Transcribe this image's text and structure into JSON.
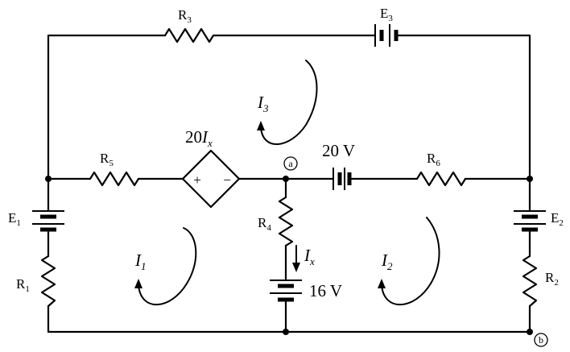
{
  "components": {
    "R3": {
      "main": "R",
      "sub": "3"
    },
    "E3": {
      "main": "E",
      "sub": "3"
    },
    "R5": {
      "main": "R",
      "sub": "5"
    },
    "R6": {
      "main": "R",
      "sub": "6"
    },
    "R4": {
      "main": "R",
      "sub": "4"
    },
    "E1": {
      "main": "E",
      "sub": "1"
    },
    "R1": {
      "main": "R",
      "sub": "1"
    },
    "E2": {
      "main": "E",
      "sub": "2"
    },
    "R2": {
      "main": "R",
      "sub": "2"
    }
  },
  "dependent_source": {
    "coefficient": "20",
    "variable": "I",
    "sub": "x",
    "plus": "+",
    "minus": "−"
  },
  "sources": {
    "v20": "20 V",
    "v16": "16 V"
  },
  "nodes": {
    "a": "a",
    "b": "b"
  },
  "currents": {
    "I1": {
      "main": "I",
      "sub": "1"
    },
    "I2": {
      "main": "I",
      "sub": "2"
    },
    "I3": {
      "main": "I",
      "sub": "3"
    },
    "Ix": {
      "main": "I",
      "sub": "x"
    }
  }
}
